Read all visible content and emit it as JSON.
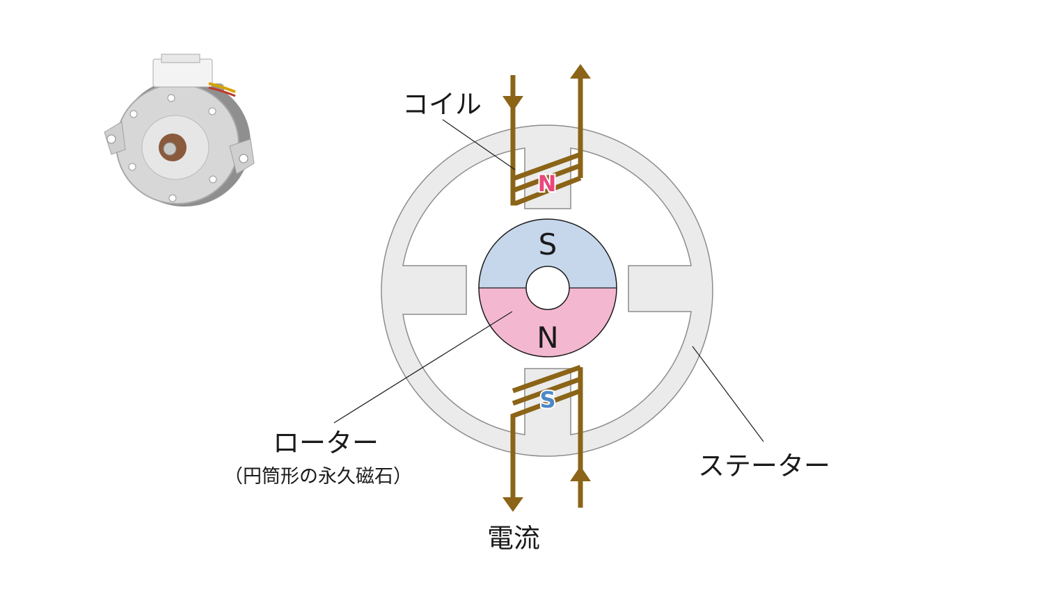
{
  "labels": {
    "coil": "コイル",
    "rotor": "ローター",
    "rotor_note": "（円筒形の永久磁石）",
    "stator": "ステーター",
    "current": "電流"
  },
  "poles": {
    "rotor_top": "S",
    "rotor_bottom": "N",
    "coil_top": "N",
    "coil_bottom": "S"
  },
  "colors": {
    "stator_fill": "#ebebeb",
    "stator_stroke": "#8c8c8c",
    "rotor_south": "#c6d7ec",
    "rotor_north": "#f3b8cf",
    "coil_wire": "#8b6418",
    "pole_n_text": "#e8487d",
    "pole_s_text": "#4d88c8"
  },
  "icons": [
    "stepper-motor-photo"
  ]
}
